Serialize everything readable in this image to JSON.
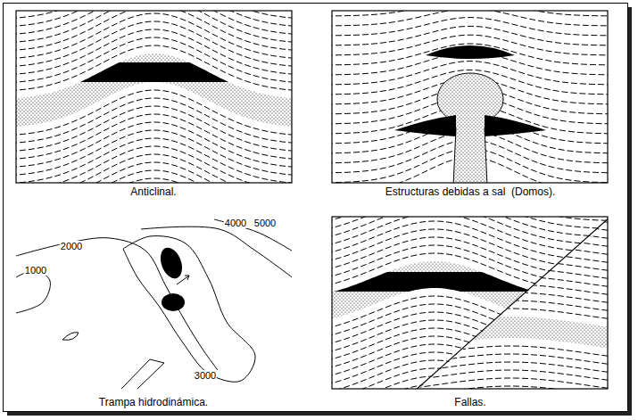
{
  "diagram": {
    "labels": [
      "Anticlinal.",
      "Estructuras debidas a sal  (Domos).",
      "4000",
      "5000",
      "2000",
      "1000",
      "3000",
      "Trampa hidrodinámica.",
      "Fallas."
    ]
  }
}
